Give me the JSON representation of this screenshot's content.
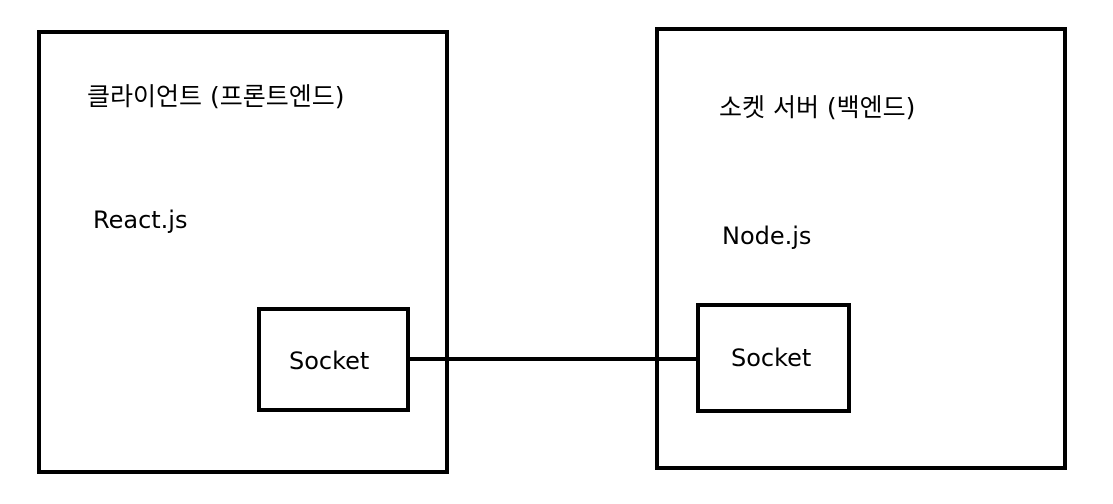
{
  "client": {
    "title": "클라이언트 (프론트엔드)",
    "tech": "React.js",
    "socket_label": "Socket"
  },
  "server": {
    "title": "소켓 서버 (백엔드)",
    "tech": "Node.js",
    "socket_label": "Socket"
  },
  "colors": {
    "line": "#000000",
    "background": "#ffffff"
  }
}
